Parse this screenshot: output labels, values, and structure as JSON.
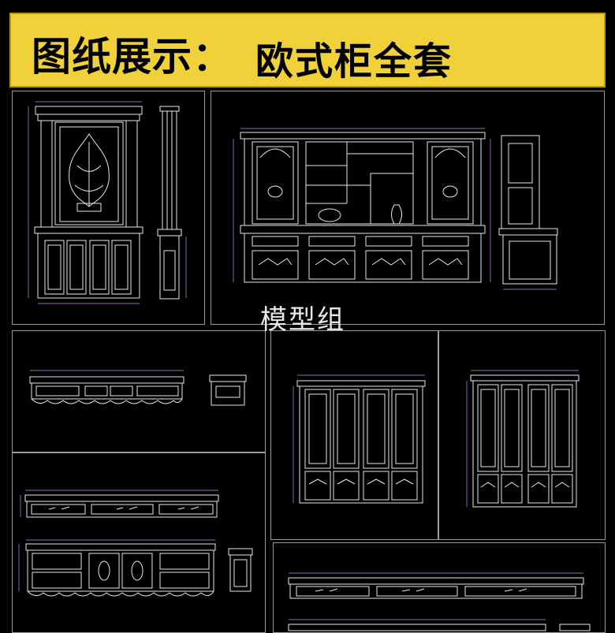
{
  "banner": {
    "title_prefix": "图纸展示：",
    "title_main": "欧式柜全套"
  },
  "watermark": "模型组",
  "colors": {
    "banner_bg": "#f0d13a",
    "drawing_line": "#ffffff",
    "dimension_line": "#d38cff",
    "canvas_bg": "#000000"
  }
}
